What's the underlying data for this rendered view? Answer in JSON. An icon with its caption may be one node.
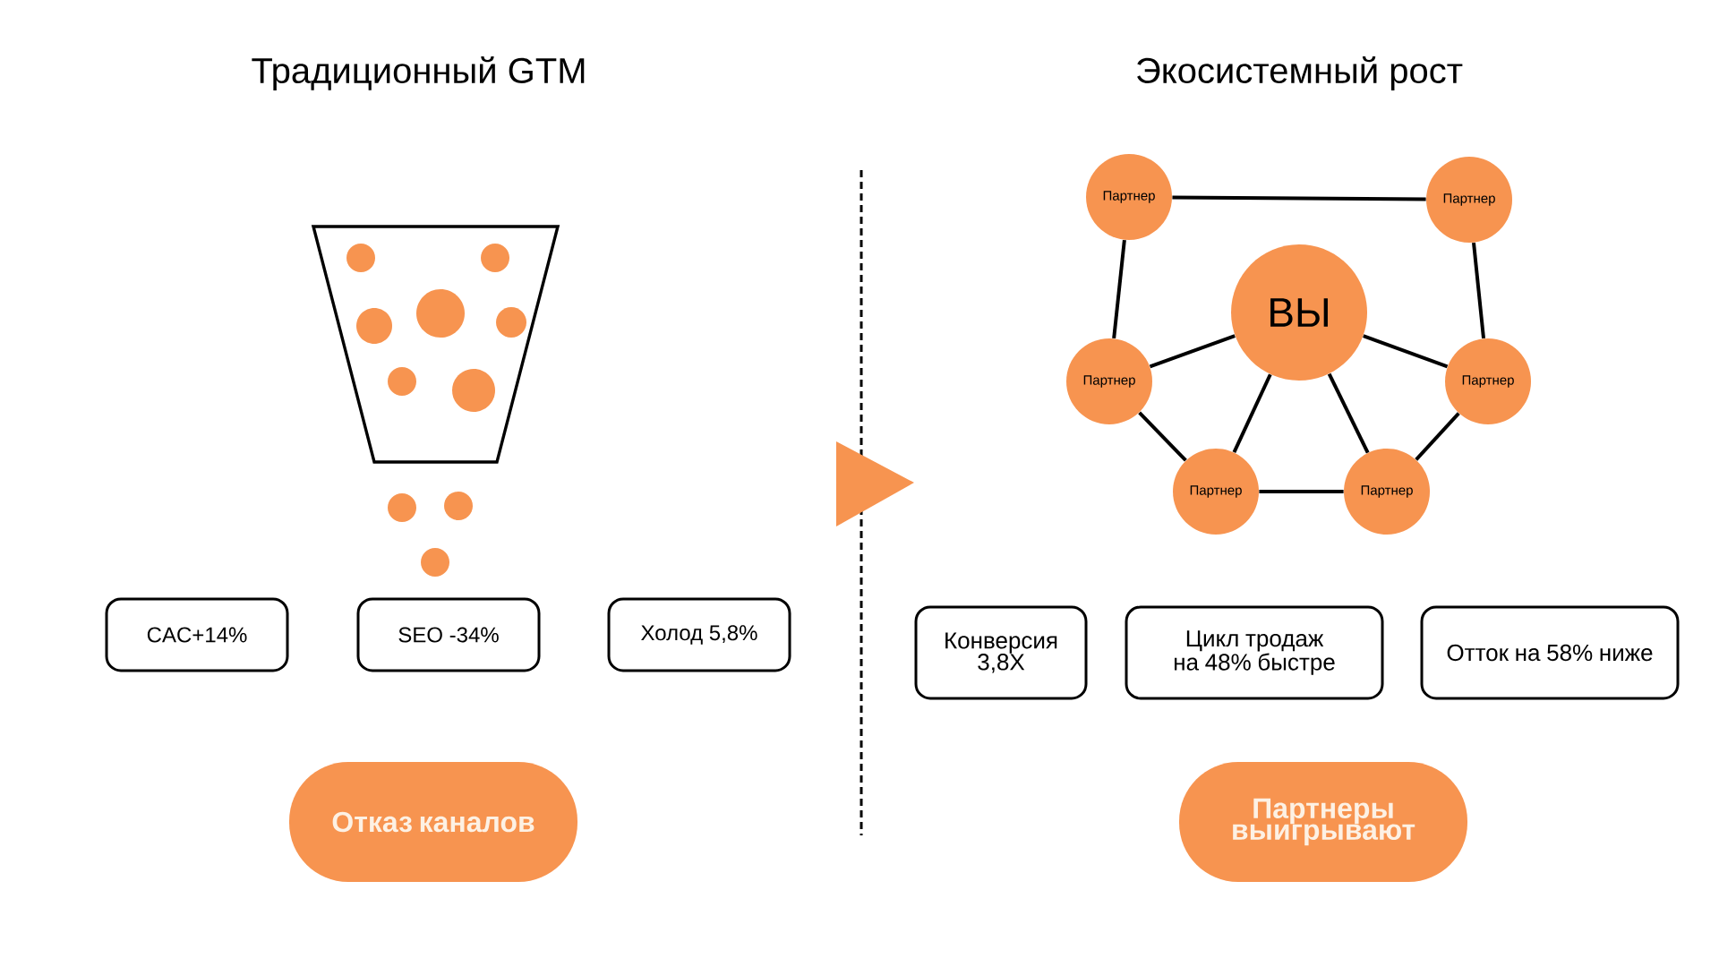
{
  "diagram": {
    "nodes": [
      {
        "text": [
          "CAC+14%"
        ]
      },
      {
        "text": [
          "SEO -34%"
        ]
      },
      {
        "text": [
          "Холод 5,8%"
        ]
      },
      {
        "text": [
          "Отказ каналов"
        ]
      },
      {
        "text": [
          "ВЫ"
        ]
      },
      {
        "text": [
          "Партнер"
        ]
      },
      {
        "text": [
          "Партнер"
        ]
      },
      {
        "text": [
          "Партнер"
        ]
      },
      {
        "text": [
          "Партнер"
        ]
      },
      {
        "text": [
          "Партнер"
        ]
      },
      {
        "text": [
          "Партнер"
        ]
      },
      {
        "text": [
          "Конверсия 3,8X"
        ]
      },
      {
        "text": [
          "Цикл тродаж на 48% быстре"
        ]
      },
      {
        "text": [
          "Отток на 58% ниже"
        ]
      },
      {
        "text": [
          "Партнеры выигрывают"
        ]
      }
    ],
    "edges": [
      {
        "from": 5,
        "to": 6,
        "arrow": "none"
      },
      {
        "from": 5,
        "to": 7,
        "arrow": "none"
      },
      {
        "from": 6,
        "to": 8,
        "arrow": "none"
      },
      {
        "from": 7,
        "to": 4,
        "arrow": "none"
      },
      {
        "from": 8,
        "to": 4,
        "arrow": "none"
      },
      {
        "from": 7,
        "to": 9,
        "arrow": "none"
      },
      {
        "from": 9,
        "to": 4,
        "arrow": "none"
      },
      {
        "from": 10,
        "to": 4,
        "arrow": "none"
      },
      {
        "from": 9,
        "to": 10,
        "arrow": "none"
      },
      {
        "from": 10,
        "to": 8,
        "arrow": "none"
      }
    ],
    "labels": [
      "Традиционный GTM",
      "Экосистемный рост"
    ]
  }
}
